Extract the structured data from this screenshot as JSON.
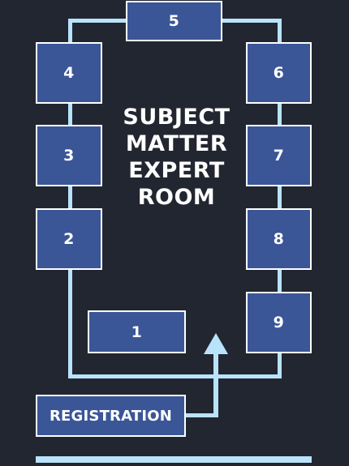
{
  "room": {
    "title_lines": [
      "SUBJECT",
      "MATTER",
      "EXPERT",
      "ROOM"
    ]
  },
  "tables": {
    "t1": "1",
    "t2": "2",
    "t3": "3",
    "t4": "4",
    "t5": "5",
    "t6": "6",
    "t7": "7",
    "t8": "8",
    "t9": "9"
  },
  "registration": {
    "label": "REGISTRATION"
  },
  "colors": {
    "background": "#222630",
    "table_fill": "#3a5697",
    "table_border": "#ffffff",
    "wall_line": "#b9e3fb",
    "text": "#ffffff"
  }
}
